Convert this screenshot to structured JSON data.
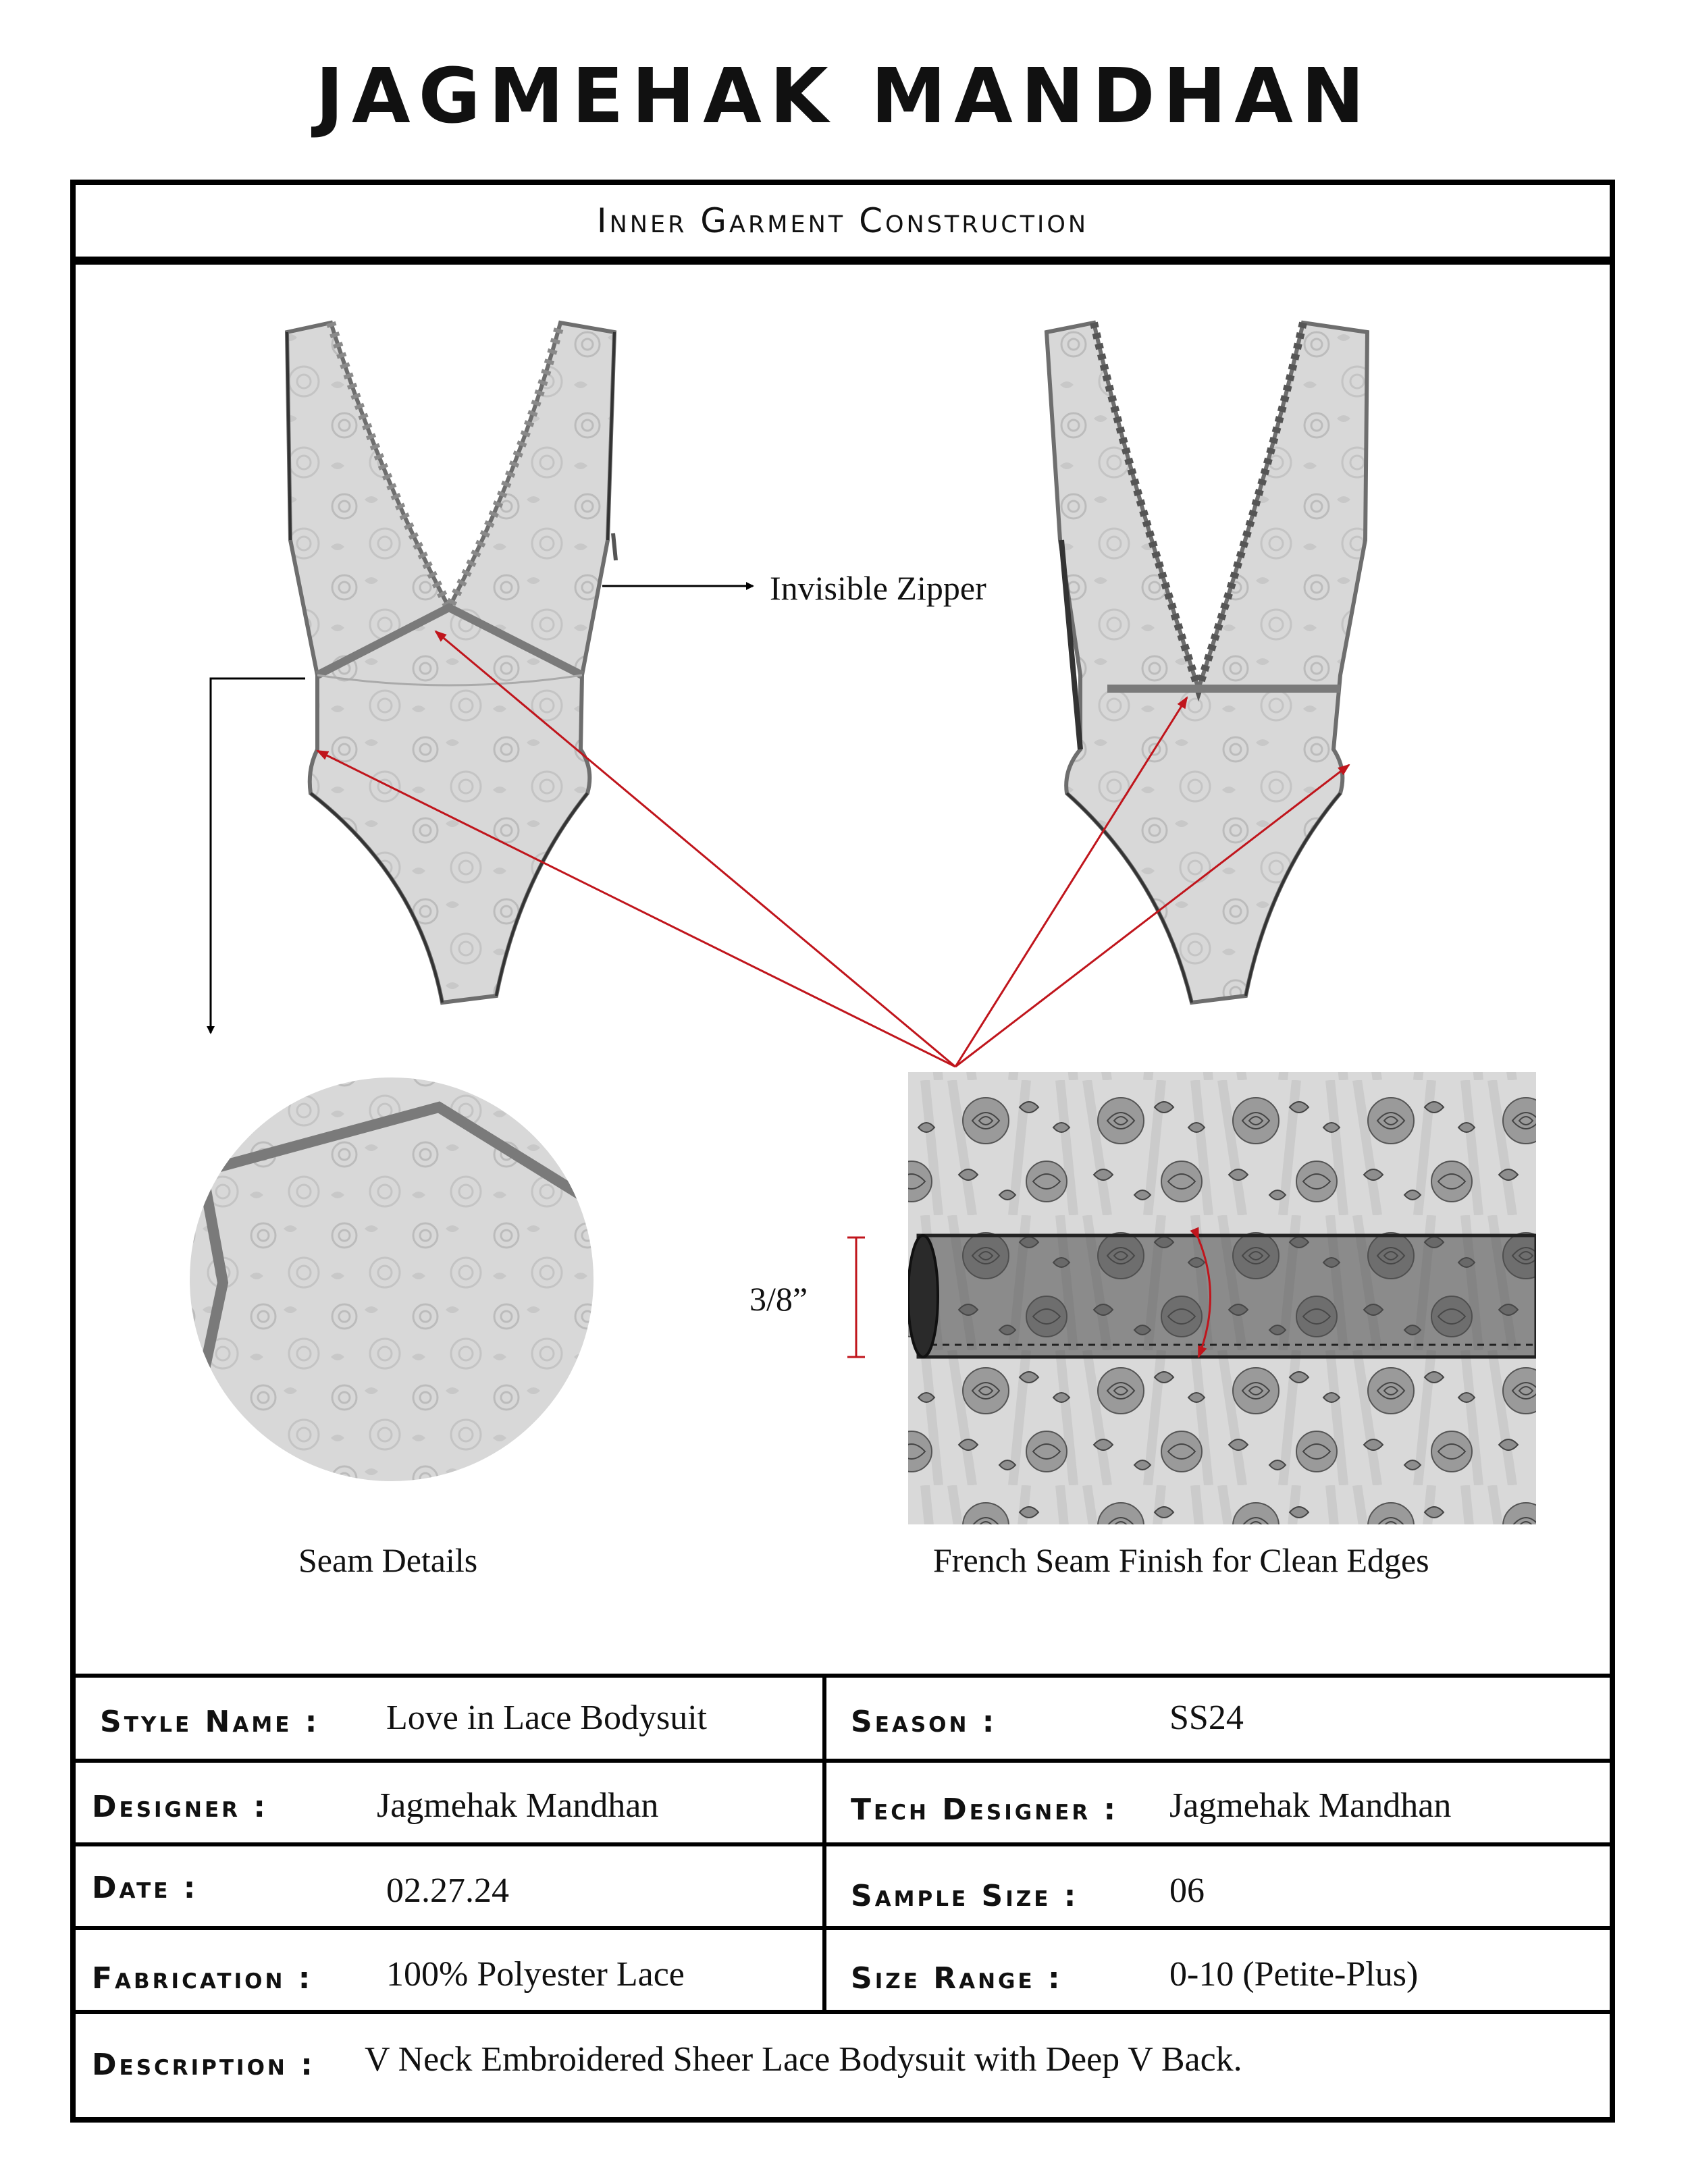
{
  "header": {
    "brand": "JAGMEHAK MANDHAN",
    "section_title": "Inner Garment  Construction"
  },
  "callouts": {
    "zipper": "Invisible Zipper",
    "seam_width": "3/8”",
    "seam_details_caption": "Seam Details",
    "french_seam_caption": "French Seam Finish for Clean Edges"
  },
  "colors": {
    "callout_line": "#c0151c",
    "sketch_fill": "#d6d6d6",
    "sketch_line": "#6e6e6e"
  },
  "spec": {
    "style_name": {
      "label": "Style Name :",
      "value": "Love in Lace Bodysuit"
    },
    "season": {
      "label": "Season :",
      "value": "SS24"
    },
    "designer": {
      "label": "Designer :",
      "value": "Jagmehak Mandhan"
    },
    "tech_designer": {
      "label": "Tech Designer :",
      "value": "Jagmehak Mandhan"
    },
    "date": {
      "label": "Date :",
      "value": "02.27.24"
    },
    "sample_size": {
      "label": "Sample Size :",
      "value": "06"
    },
    "fabrication": {
      "label": "Fabrication :",
      "value": "100% Polyester Lace"
    },
    "size_range": {
      "label": "Size Range :",
      "value": "0-10 (Petite-Plus)"
    },
    "description": {
      "label": "Description :",
      "value": "V Neck Embroidered Sheer Lace Bodysuit with Deep V Back."
    }
  }
}
